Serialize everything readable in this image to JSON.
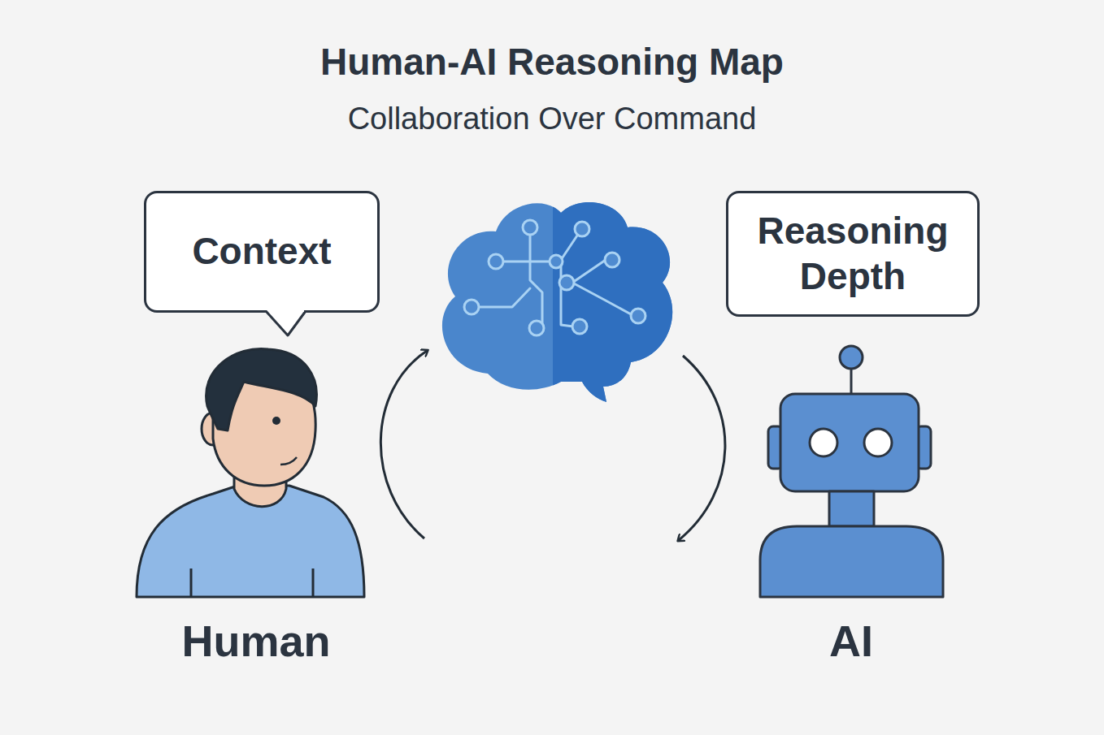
{
  "diagram": {
    "title": "Human-AI Reasoning Map",
    "nodes": [
      {
        "text": [
          "Context"
        ]
      },
      {
        "text": [
          "Reasoning Depth"
        ]
      }
    ],
    "labels": [
      "Collaboration Over Command",
      "Human",
      "AI"
    ]
  }
}
